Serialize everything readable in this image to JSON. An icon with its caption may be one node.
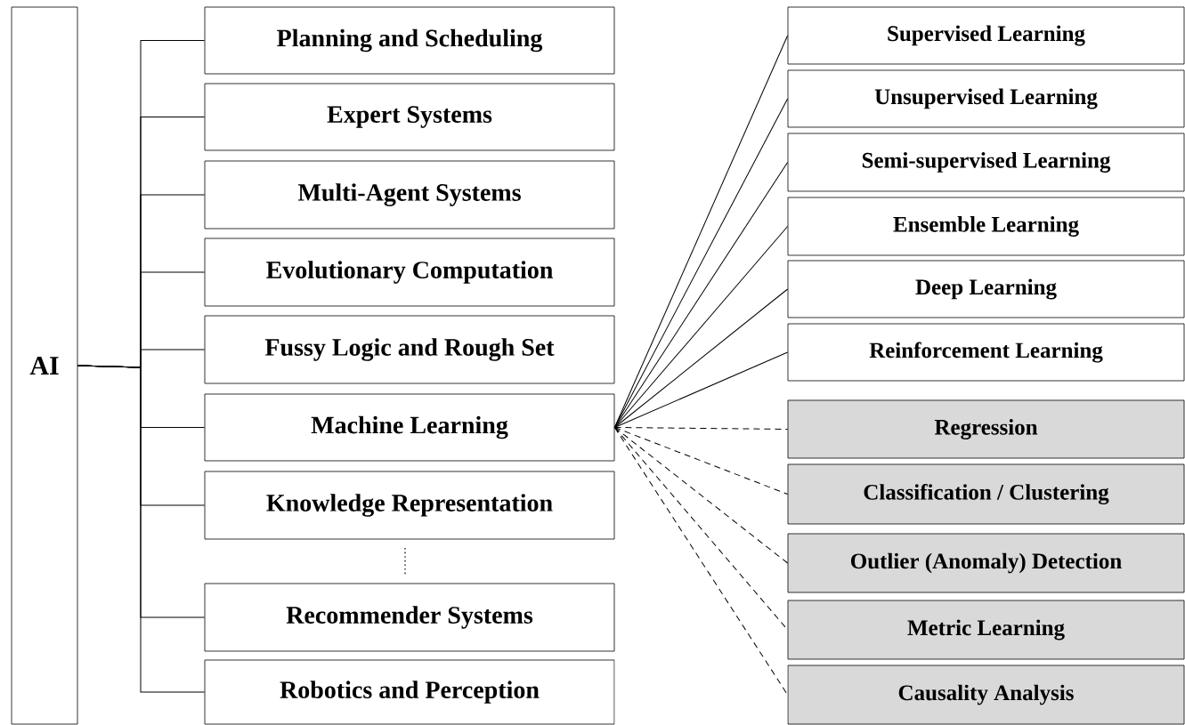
{
  "diagram": {
    "nodes": [
      {
        "text": [
          "AI"
        ]
      },
      {
        "text": [
          "Planning and Scheduling"
        ]
      },
      {
        "text": [
          "Expert Systems"
        ]
      },
      {
        "text": [
          "Multi-Agent Systems"
        ]
      },
      {
        "text": [
          "Evolutionary Computation"
        ]
      },
      {
        "text": [
          "Fussy Logic and Rough Set"
        ]
      },
      {
        "text": [
          "Machine Learning"
        ]
      },
      {
        "text": [
          "Knowledge Representation"
        ]
      },
      {
        "text": [
          "Recommender Systems"
        ]
      },
      {
        "text": [
          "Robotics and Perception"
        ]
      },
      {
        "text": [
          "Supervised Learning"
        ]
      },
      {
        "text": [
          "Unsupervised Learning"
        ]
      },
      {
        "text": [
          "Semi-supervised Learning"
        ]
      },
      {
        "text": [
          "Ensemble Learning"
        ]
      },
      {
        "text": [
          "Deep Learning"
        ]
      },
      {
        "text": [
          "Reinforcement Learning"
        ]
      },
      {
        "text": [
          "Regression"
        ]
      },
      {
        "text": [
          "Classification / Clustering"
        ]
      },
      {
        "text": [
          "Outlier (Anomaly) Detection"
        ]
      },
      {
        "text": [
          "Metric Learning"
        ]
      },
      {
        "text": [
          "Causality Analysis"
        ]
      }
    ],
    "edges": [
      {
        "from": 0,
        "to": 1,
        "arrow": "none"
      },
      {
        "from": 0,
        "to": 2,
        "arrow": "none"
      },
      {
        "from": 0,
        "to": 3,
        "arrow": "none"
      },
      {
        "from": 0,
        "to": 4,
        "arrow": "none"
      },
      {
        "from": 0,
        "to": 5,
        "arrow": "none"
      },
      {
        "from": 0,
        "to": 6,
        "arrow": "none"
      },
      {
        "from": 0,
        "to": 7,
        "arrow": "none"
      },
      {
        "from": 0,
        "to": 8,
        "arrow": "none"
      },
      {
        "from": 0,
        "to": 9,
        "arrow": "none"
      },
      {
        "from": 6,
        "to": 10,
        "arrow": "none"
      },
      {
        "from": 6,
        "to": 11,
        "arrow": "none"
      },
      {
        "from": 6,
        "to": 12,
        "arrow": "none"
      },
      {
        "from": 6,
        "to": 13,
        "arrow": "none"
      },
      {
        "from": 6,
        "to": 14,
        "arrow": "none"
      },
      {
        "from": 6,
        "to": 15,
        "arrow": "none"
      },
      {
        "from": 6,
        "to": 16,
        "arrow": "none",
        "style": "dashed"
      },
      {
        "from": 6,
        "to": 17,
        "arrow": "none",
        "style": "dashed"
      },
      {
        "from": 6,
        "to": 18,
        "arrow": "none",
        "style": "dashed"
      },
      {
        "from": 6,
        "to": 19,
        "arrow": "none",
        "style": "dashed"
      },
      {
        "from": 6,
        "to": 20,
        "arrow": "none",
        "style": "dashed"
      }
    ]
  }
}
